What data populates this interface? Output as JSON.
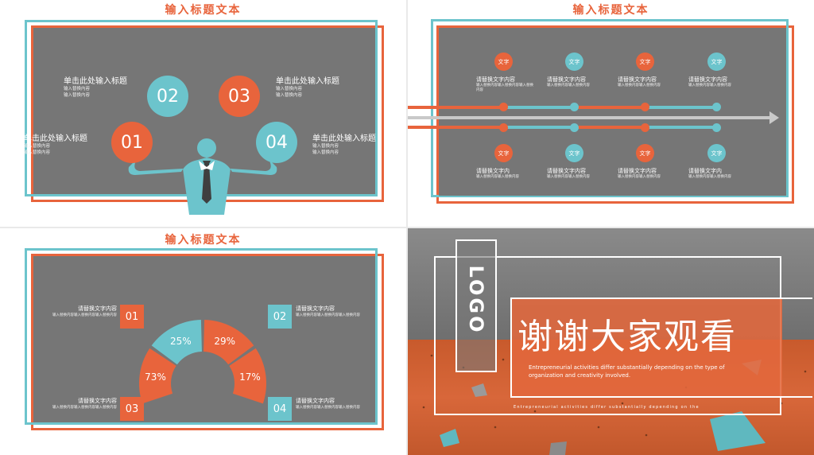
{
  "slide1": {
    "title": "输入标题文本",
    "items": [
      {
        "num": "01",
        "heading": "单击此处输入标题",
        "line1": "输入替换内容",
        "line2": "输入替换内容"
      },
      {
        "num": "02",
        "heading": "单击此处输入标题",
        "line1": "输入替换内容",
        "line2": "输入替换内容"
      },
      {
        "num": "03",
        "heading": "单击此处输入标题",
        "line1": "输入替换内容",
        "line2": "输入替换内容"
      },
      {
        "num": "04",
        "heading": "单击此处输入标题",
        "line1": "输入替换内容",
        "line2": "输入替换内容"
      }
    ]
  },
  "slide2": {
    "title": "输入标题文本",
    "badge": "文字",
    "top_items": [
      {
        "heading": "请替换文字内容",
        "body": "输入替换内容输入替换内容输入替换内容"
      },
      {
        "heading": "请替换文字内容",
        "body": "输入替换内容输入替换内容"
      },
      {
        "heading": "请替换文字内容",
        "body": "输入替换内容输入替换内容"
      },
      {
        "heading": "请替换文字内容",
        "body": "输入替换内容输入替换内容"
      }
    ],
    "bottom_items": [
      {
        "heading": "请替换文字内",
        "body": "输入替换内容输入替换内容"
      },
      {
        "heading": "请替换文字内容",
        "body": "输入替换内容输入替换内容"
      },
      {
        "heading": "请替换文字内容",
        "body": "输入替换内容输入替换内容"
      },
      {
        "heading": "请替换文字内",
        "body": "输入替换内容输入替换内容"
      }
    ]
  },
  "slide3": {
    "title": "输入标题文本",
    "items": [
      {
        "num": "01",
        "heading": "请替换文字内容",
        "body": "输入替换内容输入替换内容输入替换内容"
      },
      {
        "num": "02",
        "heading": "请替换文字内容",
        "body": "输入替换内容输入替换内容输入替换内容"
      },
      {
        "num": "03",
        "heading": "请替换文字内容",
        "body": "输入替换内容输入替换内容输入替换内容"
      },
      {
        "num": "04",
        "heading": "请替换文字内容",
        "body": "输入替换内容输入替换内容输入替换内容"
      }
    ],
    "chart_data": {
      "type": "pie",
      "categories": [
        "73%",
        "25%",
        "29%",
        "17%"
      ],
      "values": [
        73,
        25,
        29,
        17
      ],
      "colors": [
        "#e8643c",
        "#6cc4cc",
        "#e8643c",
        "#e8643c"
      ]
    }
  },
  "slide4": {
    "logo": "LOGO",
    "heading": "谢谢大家观看",
    "sub": "Entrepreneurial activities differ substantially depending on the type of organization and creativity involved.",
    "footer": "Entrepreneurial activities differ substantially depending on the"
  }
}
